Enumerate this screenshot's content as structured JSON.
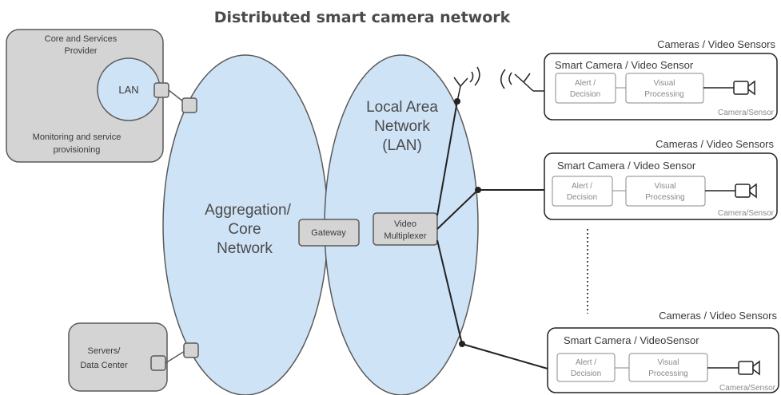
{
  "title": "Distributed smart camera network",
  "colors": {
    "network_fill": "#cfe3f7",
    "box_fill": "#d4d4d4",
    "stroke": "#5a5a5a"
  },
  "core_services": {
    "label": [
      "Core and Services",
      "Provider"
    ],
    "lan": "LAN",
    "footer": [
      "Monitoring and service",
      "provisioning"
    ]
  },
  "aggregation": {
    "label": [
      "Aggregation/",
      "Core",
      "Network"
    ]
  },
  "gateway": "Gateway",
  "lan_network": {
    "label": [
      "Local Area",
      "Network",
      "(LAN)"
    ]
  },
  "video_multiplexer": [
    "Video",
    "Multiplexer"
  ],
  "servers": [
    "Servers/",
    "Data Center"
  ],
  "camera_groups": [
    {
      "heading": "Cameras / Video Sensors",
      "box_title": "Smart Camera / Video Sensor",
      "alert": [
        "Alert /",
        "Decision"
      ],
      "visual": [
        "Visual",
        "Processing"
      ],
      "footer": "Camera/Sensor"
    },
    {
      "heading": "Cameras / Video Sensors",
      "box_title": "Smart Camera / Video Sensor",
      "alert": [
        "Alert /",
        "Decision"
      ],
      "visual": [
        "Visual",
        "Processing"
      ],
      "footer": "Camera/Sensor"
    },
    {
      "heading": "Cameras / Video Sensors",
      "box_title": "Smart Camera / VideoSensor",
      "alert": [
        "Alert /",
        "Decision"
      ],
      "visual": [
        "Visual",
        "Processing"
      ],
      "footer": "Camera/Sensor"
    }
  ],
  "icons": [
    "antenna-icon",
    "wireless-signal-icon",
    "camera-icon"
  ]
}
